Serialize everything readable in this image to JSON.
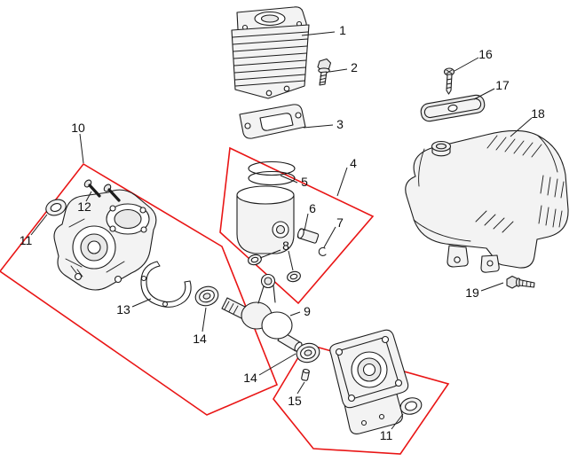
{
  "diagram": {
    "background": "#ffffff",
    "line_color": "#1c1c1c",
    "group_outline_color": "#e91515"
  },
  "labels": {
    "l1": "1",
    "l2": "2",
    "l3": "3",
    "l4": "4",
    "l5": "5",
    "l6": "6",
    "l7": "7",
    "l8": "8",
    "l9": "9",
    "l10": "10",
    "l11a": "11",
    "l11b": "11",
    "l12": "12",
    "l13": "13",
    "l14a": "14",
    "l14b": "14",
    "l15": "15",
    "l16": "16",
    "l17": "17",
    "l18": "18",
    "l19": "19"
  }
}
